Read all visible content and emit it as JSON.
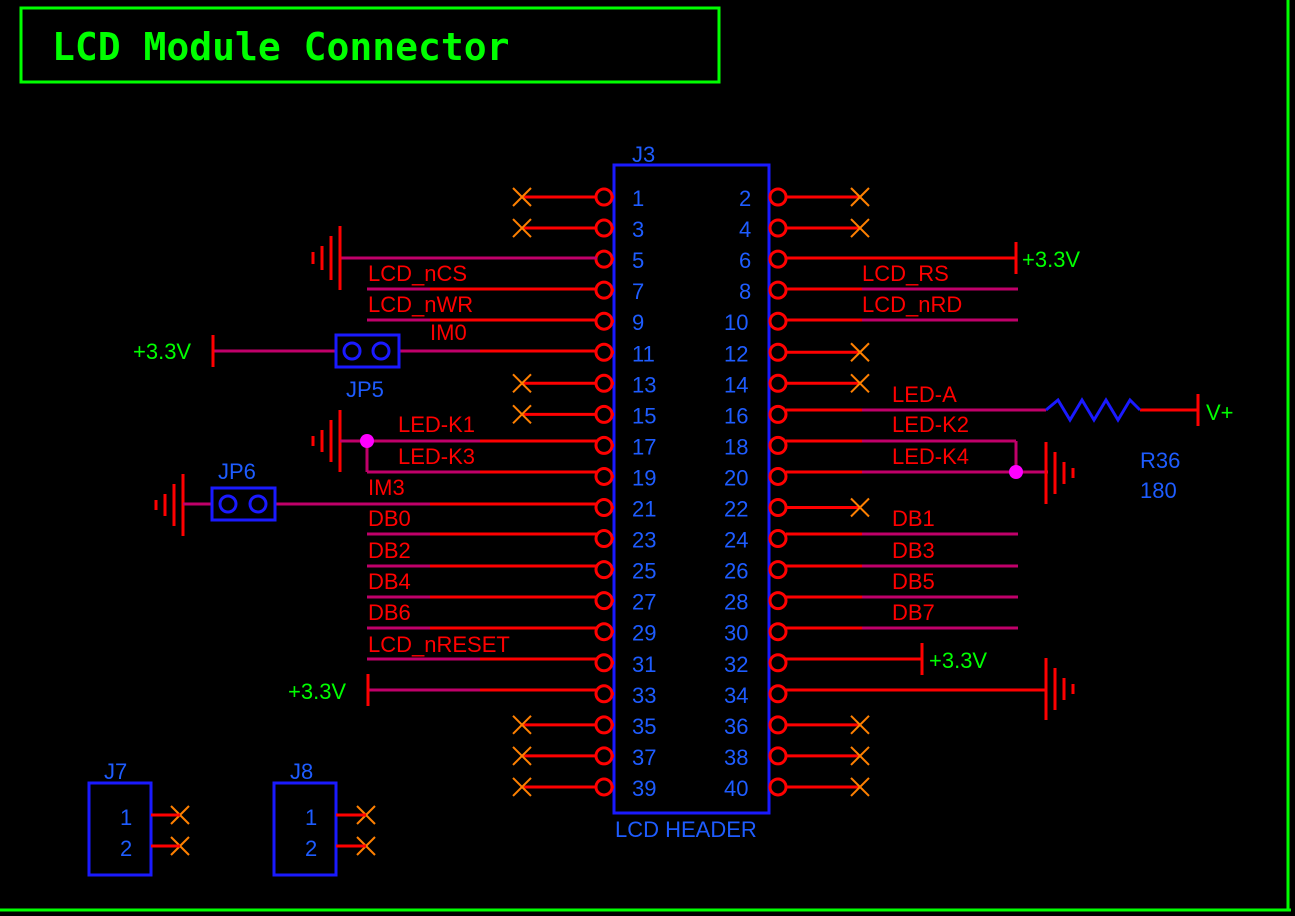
{
  "title": "LCD Module Connector",
  "colors": {
    "background": "#000000",
    "title": "#00ff00",
    "wire": "#ff0000",
    "net": "#c0006a",
    "component": "#1a1aff",
    "power_label": "#00ff00",
    "junction": "#ff00ff",
    "no_connect": "#ff8000"
  },
  "connector": {
    "ref": "J3",
    "name": "LCD  HEADER",
    "left_pins": [
      "1",
      "3",
      "5",
      "7",
      "9",
      "11",
      "13",
      "15",
      "17",
      "19",
      "21",
      "23",
      "25",
      "27",
      "29",
      "31",
      "33",
      "35",
      "37",
      "39"
    ],
    "right_pins": [
      "2",
      "4",
      "6",
      "8",
      "10",
      "12",
      "14",
      "16",
      "18",
      "20",
      "22",
      "24",
      "26",
      "28",
      "30",
      "32",
      "34",
      "36",
      "38",
      "40"
    ]
  },
  "nets": {
    "lcd_ncs": "LCD_nCS",
    "lcd_nwr": "LCD_nWR",
    "im0": "IM0",
    "led_k1": "LED-K1",
    "led_k3": "LED-K3",
    "im3": "IM3",
    "db0": "DB0",
    "db2": "DB2",
    "db4": "DB4",
    "db6": "DB6",
    "lcd_nreset": "LCD_nRESET",
    "lcd_rs": "LCD_RS",
    "lcd_nrd": "LCD_nRD",
    "led_a": "LED-A",
    "led_k2": "LED-K2",
    "led_k4": "LED-K4",
    "db1": "DB1",
    "db3": "DB3",
    "db5": "DB5",
    "db7": "DB7"
  },
  "power": {
    "v33": "+3.3V",
    "vplus": "V+"
  },
  "jumpers": {
    "jp5": "JP5",
    "jp6": "JP6"
  },
  "resistor": {
    "ref": "R36",
    "value": "180"
  },
  "j7": {
    "ref": "J7",
    "pins": [
      "1",
      "2"
    ]
  },
  "j8": {
    "ref": "J8",
    "pins": [
      "1",
      "2"
    ]
  }
}
